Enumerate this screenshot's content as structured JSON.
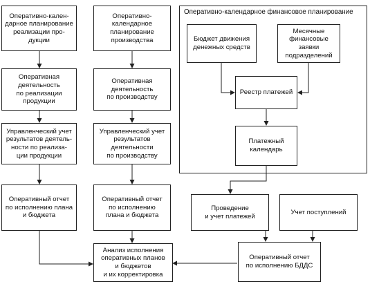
{
  "column_left": {
    "box1": "Оперативно-кален-\nдарное планирование\nреализации про-\nдукции",
    "box2": "Оперативная\nдеятельность\nпо реализации\nпродукции",
    "box3": "Управленческий учет\nрезультатов деятель-\nности по реализа-\nции продукции",
    "box4": "Оперативный отчет\nпо исполнению плана\nи бюджета"
  },
  "column_middle": {
    "box1": "Оперативно-\nкалендарное\nпланирование\nпроизводства",
    "box2": "Оперативная\nдеятельность\nпо производству",
    "box3": "Управленческий учет\nрезультатов\nдеятельности\nпо производству",
    "box4": "Оперативный отчет\nпо исполнению\nплана и бюджета",
    "analysis": "Анализ исполнения\nоперативных планов\nи бюджетов\nи их корректировка"
  },
  "finance_planning": {
    "title": "Оперативно-календарное финансовое планирование",
    "cash_budget": "Бюджет движения\nденежных средств",
    "monthly_requests": "Месячные\nфинансовые\nзаявки\nподразделений",
    "payment_register": "Реестр платежей",
    "payment_calendar": "Платежный\nкалендарь"
  },
  "execution": {
    "payments": "Проведение\nи учет платежей",
    "receipts": "Учет поступлений",
    "cash_report": "Оперативный отчет\nпо исполнению БДДС"
  }
}
